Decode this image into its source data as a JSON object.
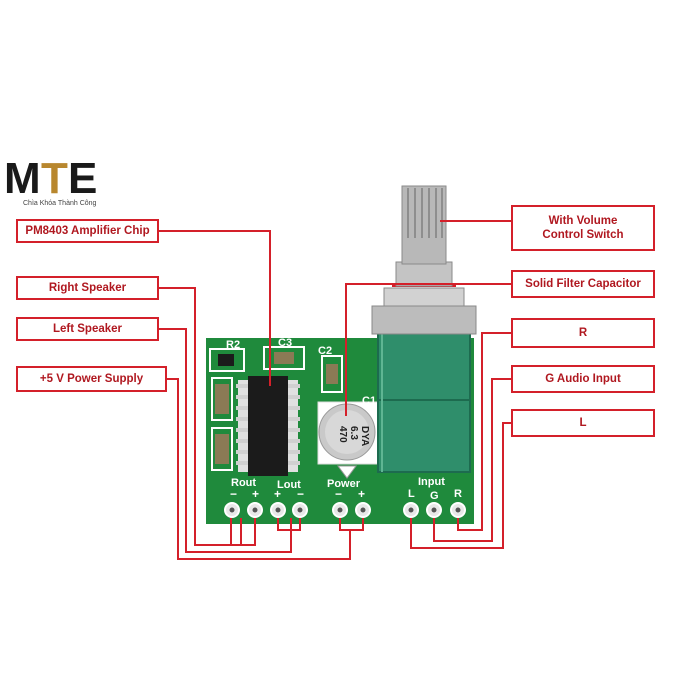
{
  "logo": {
    "letters": "MTE",
    "tagline": "Chìa Khóa Thành Công",
    "colors": {
      "dark": "#1a1a1a",
      "gold": "#b8872e"
    }
  },
  "labels": {
    "amp_chip": "PM8403 Amplifier Chip",
    "right_speaker": "Right Speaker",
    "left_speaker": "Left Speaker",
    "power_supply": "+5 V Power Supply",
    "volume_line1": "With Volume",
    "volume_line2": "Control Switch",
    "filter_cap": "Solid Filter Capacitor",
    "r": "R",
    "g_audio": "G Audio Input",
    "l": "L"
  },
  "pcb": {
    "silkscreen": {
      "r2": "R2",
      "c3": "C3",
      "c2": "C2",
      "c1": "C1",
      "rout": "Rout",
      "lout": "Lout",
      "power": "Power",
      "input": "Input",
      "in_l": "L",
      "in_g": "G",
      "in_r": "R",
      "minus": "−",
      "plus": "+"
    },
    "capacitor_marking": [
      "470",
      "6.3",
      "DYA"
    ],
    "colors": {
      "board": "#1f8a3c",
      "pad": "#e8e8e8",
      "chip": "#1b1b1b",
      "cap": "#c9c9c9",
      "pot": "#2f8e6b"
    }
  },
  "callout_color": "#d4202a"
}
